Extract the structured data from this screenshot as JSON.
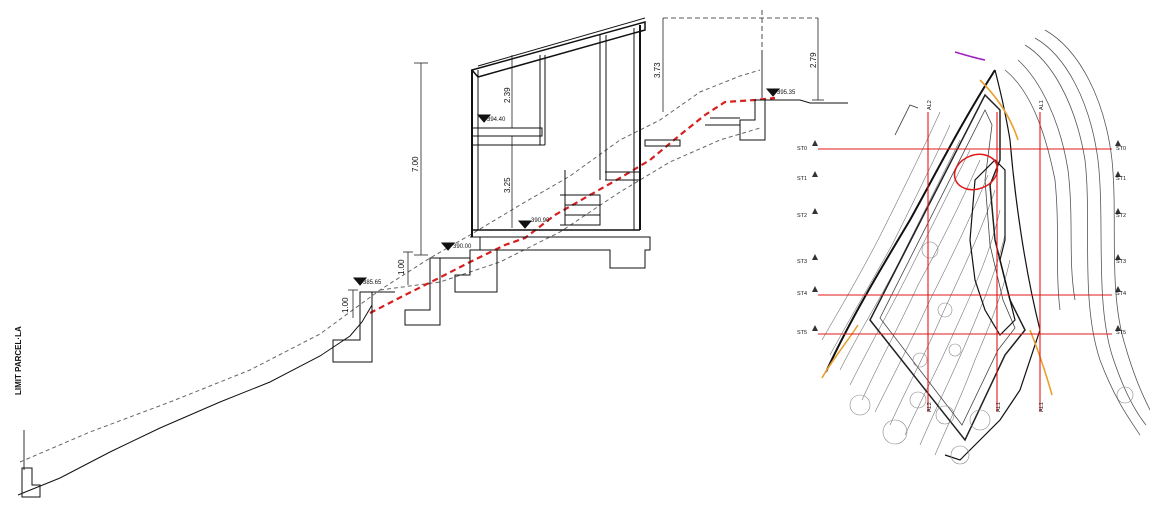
{
  "section": {
    "boundary_label": "LIMIT PARCEL·LA",
    "dims": [
      "1.00",
      "1.00",
      "7.00",
      "2.39",
      "3.25",
      "3.73",
      "2.79"
    ],
    "levels": [
      "385.65",
      "390.00",
      "390.90",
      "394.40",
      "395.35"
    ]
  },
  "plan": {
    "sections_left": [
      "ST0",
      "ST1",
      "ST2",
      "ST3",
      "ST4",
      "ST5"
    ],
    "sections_right": [
      "ST0",
      "ST1",
      "ST2",
      "ST3",
      "ST4",
      "ST5"
    ],
    "al_labels": [
      "AL2",
      "AL1",
      "AL2",
      "AL1",
      "AL1"
    ]
  },
  "colors": {
    "terrain_red": "#d62020",
    "plan_red": "#e01818",
    "orange": "#e8a030",
    "purple": "#a020c0"
  }
}
